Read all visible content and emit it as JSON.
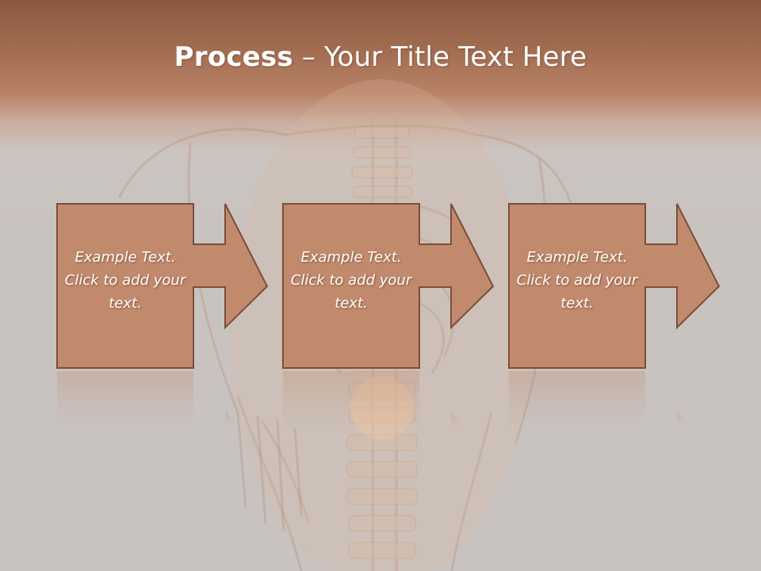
{
  "title": {
    "bold": "Process",
    "separator": " – ",
    "rest": "Your Title Text Here"
  },
  "steps": [
    {
      "text": "Example Text. Click  to add your text."
    },
    {
      "text": "Example Text. Click  to add your text."
    },
    {
      "text": "Example Text. Click  to add your text."
    }
  ],
  "colors": {
    "header": "#a36e52",
    "box_fill": "#c28a6c",
    "box_border": "#7a4e3a",
    "background": "#c9c3bf"
  }
}
